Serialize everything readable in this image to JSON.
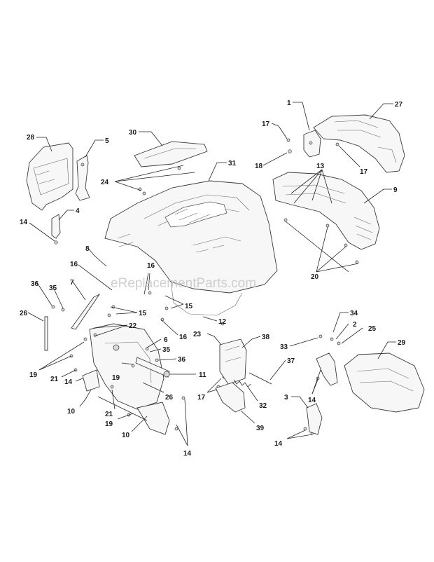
{
  "watermark": "eReplacementParts.com",
  "callouts": [
    {
      "id": "c28",
      "text": "28"
    },
    {
      "id": "c5",
      "text": "5"
    },
    {
      "id": "c30",
      "text": "30"
    },
    {
      "id": "c24",
      "text": "24"
    },
    {
      "id": "c31",
      "text": "31"
    },
    {
      "id": "c1",
      "text": "1"
    },
    {
      "id": "c27",
      "text": "27"
    },
    {
      "id": "c17a",
      "text": "17"
    },
    {
      "id": "c18",
      "text": "18"
    },
    {
      "id": "c17b",
      "text": "17"
    },
    {
      "id": "c13",
      "text": "13"
    },
    {
      "id": "c9",
      "text": "9"
    },
    {
      "id": "c4",
      "text": "4"
    },
    {
      "id": "c14a",
      "text": "14"
    },
    {
      "id": "c8",
      "text": "8"
    },
    {
      "id": "c16a",
      "text": "16"
    },
    {
      "id": "c16b",
      "text": "16"
    },
    {
      "id": "c36a",
      "text": "36"
    },
    {
      "id": "c35a",
      "text": "35"
    },
    {
      "id": "c7",
      "text": "7"
    },
    {
      "id": "c26a",
      "text": "26"
    },
    {
      "id": "c15a",
      "text": "15"
    },
    {
      "id": "c15b",
      "text": "15"
    },
    {
      "id": "c20",
      "text": "20"
    },
    {
      "id": "c22",
      "text": "22"
    },
    {
      "id": "c12",
      "text": "12"
    },
    {
      "id": "c23",
      "text": "23"
    },
    {
      "id": "c16c",
      "text": "16"
    },
    {
      "id": "c6",
      "text": "6"
    },
    {
      "id": "c35b",
      "text": "35"
    },
    {
      "id": "c36b",
      "text": "36"
    },
    {
      "id": "c34",
      "text": "34"
    },
    {
      "id": "c2",
      "text": "2"
    },
    {
      "id": "c25",
      "text": "25"
    },
    {
      "id": "c38",
      "text": "38"
    },
    {
      "id": "c33",
      "text": "33"
    },
    {
      "id": "c29",
      "text": "29"
    },
    {
      "id": "c19a",
      "text": "19"
    },
    {
      "id": "c21a",
      "text": "21"
    },
    {
      "id": "c19b",
      "text": "19"
    },
    {
      "id": "c11",
      "text": "11"
    },
    {
      "id": "c37",
      "text": "37"
    },
    {
      "id": "c14b",
      "text": "14"
    },
    {
      "id": "c17c",
      "text": "17"
    },
    {
      "id": "c26b",
      "text": "26"
    },
    {
      "id": "c10a",
      "text": "10"
    },
    {
      "id": "c21b",
      "text": "21"
    },
    {
      "id": "c32",
      "text": "32"
    },
    {
      "id": "c14c",
      "text": "14"
    },
    {
      "id": "c3",
      "text": "3"
    },
    {
      "id": "c19c",
      "text": "19"
    },
    {
      "id": "c39",
      "text": "39"
    },
    {
      "id": "c10b",
      "text": "10"
    },
    {
      "id": "c14d",
      "text": "14"
    },
    {
      "id": "c14e",
      "text": "14"
    }
  ]
}
